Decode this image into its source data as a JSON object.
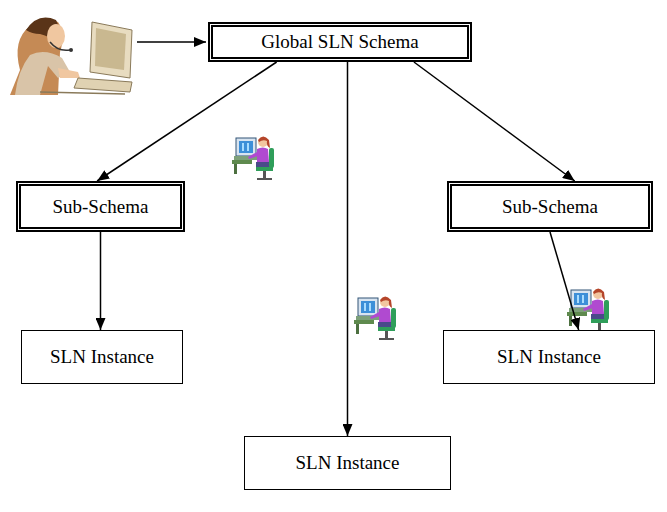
{
  "diagram": {
    "nodes": [
      {
        "text": [
          "Global SLN Schema"
        ]
      },
      {
        "text": [
          "Sub-Schema"
        ]
      },
      {
        "text": [
          "Sub-Schema"
        ]
      },
      {
        "text": [
          "SLN Instance"
        ]
      },
      {
        "text": [
          "SLN Instance"
        ]
      },
      {
        "text": [
          "SLN Instance"
        ]
      }
    ],
    "edges": [
      {
        "from": 0,
        "to": 1,
        "arrow": "to"
      },
      {
        "from": 0,
        "to": 5,
        "arrow": "to"
      },
      {
        "from": 0,
        "to": 2,
        "arrow": "to"
      },
      {
        "from": 1,
        "to": 3,
        "arrow": "to"
      },
      {
        "from": 2,
        "to": 4,
        "arrow": "to"
      }
    ]
  }
}
